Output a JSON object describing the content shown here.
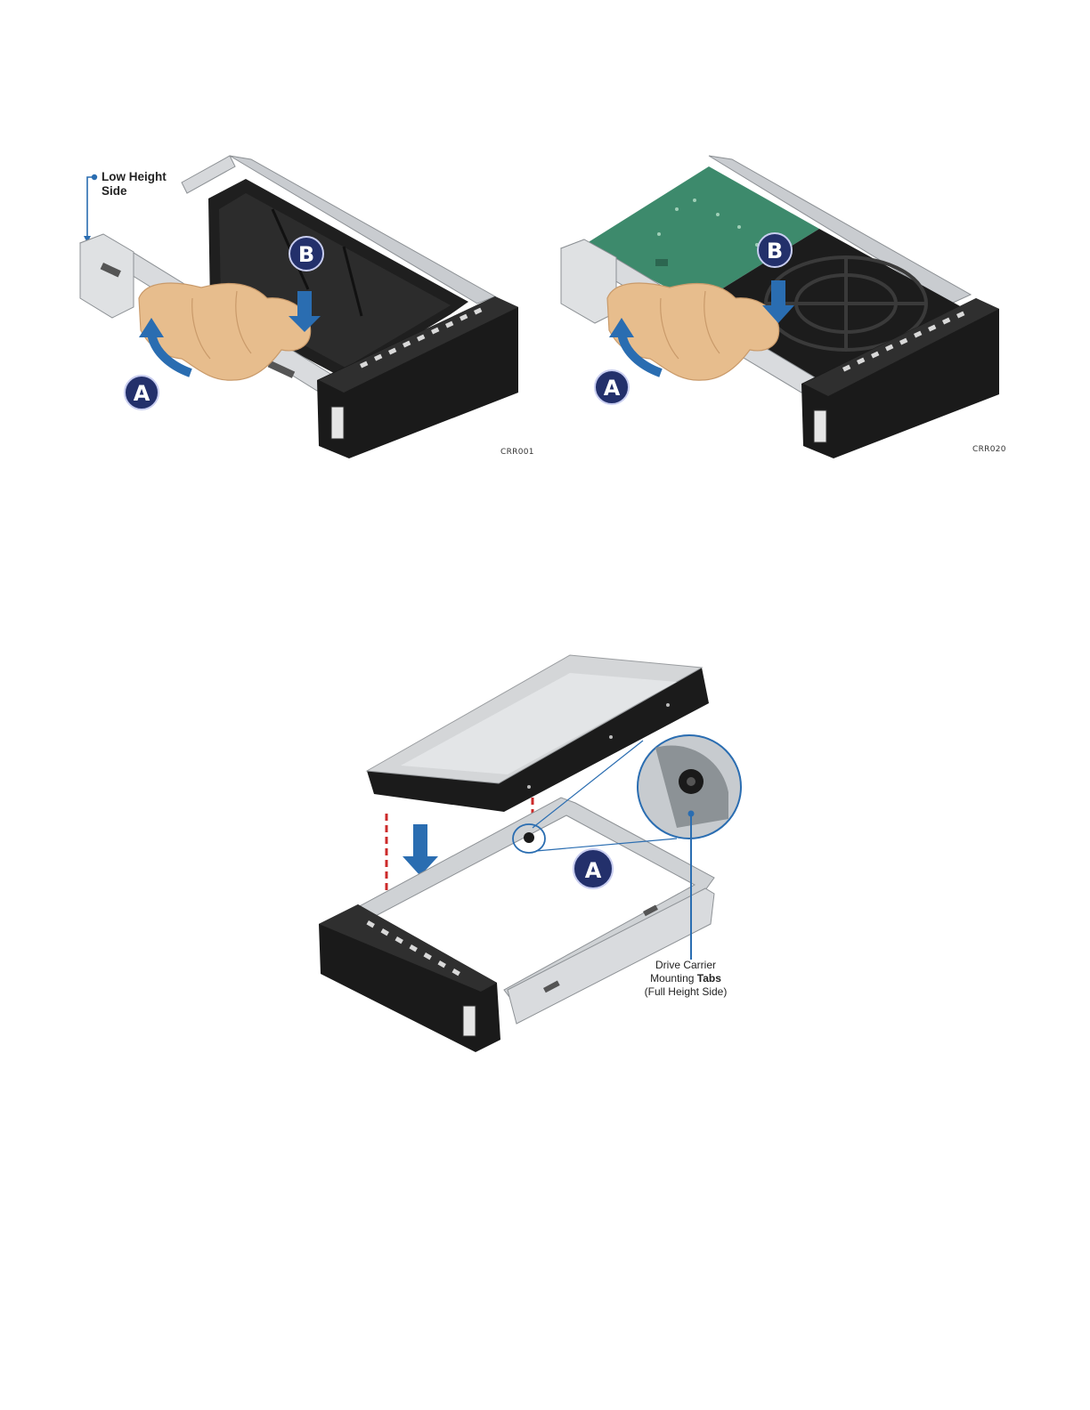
{
  "figure1": {
    "callout_low_height_line1": "Low Height",
    "callout_low_height_line2": "Side",
    "badge_a": "A",
    "badge_b": "B",
    "code": "CRR001"
  },
  "figure2": {
    "badge_a": "A",
    "badge_b": "B",
    "code": "CRR020"
  },
  "figure3": {
    "badge_a": "A",
    "callout_line1": "Drive Carrier",
    "callout_line2_a": "Mounting ",
    "callout_line2_b": "Tabs",
    "callout_line3": "(Full Height Side)"
  },
  "colors": {
    "badge": "#23306b",
    "arrow": "#2a6db1",
    "callout_line": "#2a6db1",
    "tray": "#1c1c1c",
    "metal": "#c8cbcf",
    "pcb": "#3d8a6c",
    "hand": "#e7bd8d",
    "guide_dash": "#cc2a2a"
  }
}
